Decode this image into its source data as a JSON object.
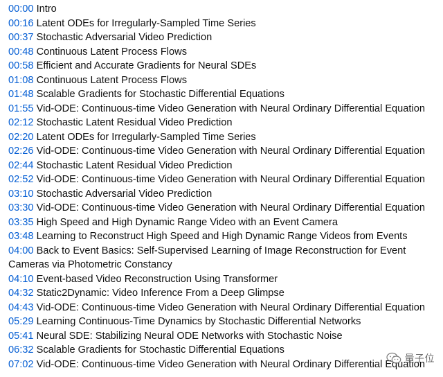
{
  "chapters": [
    {
      "time": "00:00",
      "title": "Intro"
    },
    {
      "time": "00:16",
      "title": "Latent ODEs for Irregularly-Sampled Time Series"
    },
    {
      "time": "00:37",
      "title": "Stochastic Adversarial Video Prediction"
    },
    {
      "time": "00:48",
      "title": "Continuous Latent Process Flows"
    },
    {
      "time": "00:58",
      "title": "Efficient and Accurate Gradients for Neural SDEs"
    },
    {
      "time": "01:08",
      "title": "Continuous Latent Process Flows"
    },
    {
      "time": "01:48",
      "title": "Scalable Gradients for Stochastic Differential Equations"
    },
    {
      "time": "01:55",
      "title": "Vid-ODE: Continuous-time Video Generation with Neural Ordinary Differential Equation"
    },
    {
      "time": "02:12",
      "title": "Stochastic Latent Residual Video Prediction"
    },
    {
      "time": "02:20",
      "title": "Latent ODEs for Irregularly-Sampled Time Series"
    },
    {
      "time": "02:26",
      "title": "Vid-ODE: Continuous-time Video Generation with Neural Ordinary Differential Equation"
    },
    {
      "time": "02:44",
      "title": "Stochastic Latent Residual Video Prediction"
    },
    {
      "time": "02:52",
      "title": "Vid-ODE: Continuous-time Video Generation with Neural Ordinary Differential Equation"
    },
    {
      "time": "03:10",
      "title": "Stochastic Adversarial Video Prediction"
    },
    {
      "time": "03:30",
      "title": "Vid-ODE: Continuous-time Video Generation with Neural Ordinary Differential Equation"
    },
    {
      "time": "03:35",
      "title": "High Speed and High Dynamic Range Video with an Event Camera"
    },
    {
      "time": "03:48",
      "title": "Learning to Reconstruct High Speed and High Dynamic Range Videos from Events"
    },
    {
      "time": "04:00",
      "title": "Back to Event Basics: Self-Supervised Learning of Image Reconstruction for Event Cameras via Photometric Constancy"
    },
    {
      "time": "04:10",
      "title": "Event-based Video Reconstruction Using Transformer"
    },
    {
      "time": "04:32",
      "title": "Static2Dynamic: Video Inference From a Deep Glimpse"
    },
    {
      "time": "04:43",
      "title": "Vid-ODE: Continuous-time Video Generation with Neural Ordinary Differential Equation"
    },
    {
      "time": "05:29",
      "title": "Learning Continuous-Time Dynamics by Stochastic Differential Networks"
    },
    {
      "time": "05:41",
      "title": "Neural SDE: Stabilizing Neural ODE Networks with Stochastic Noise"
    },
    {
      "time": "06:32",
      "title": "Scalable Gradients for Stochastic Differential Equations"
    },
    {
      "time": "07:02",
      "title": "Vid-ODE: Continuous-time Video Generation with Neural Ordinary Differential Equation"
    }
  ],
  "watermark": {
    "text": "量子位",
    "icon": "wechat-icon"
  },
  "colors": {
    "timestamp": "#065fd4",
    "text": "#0f0f0f",
    "background": "#ffffff"
  }
}
